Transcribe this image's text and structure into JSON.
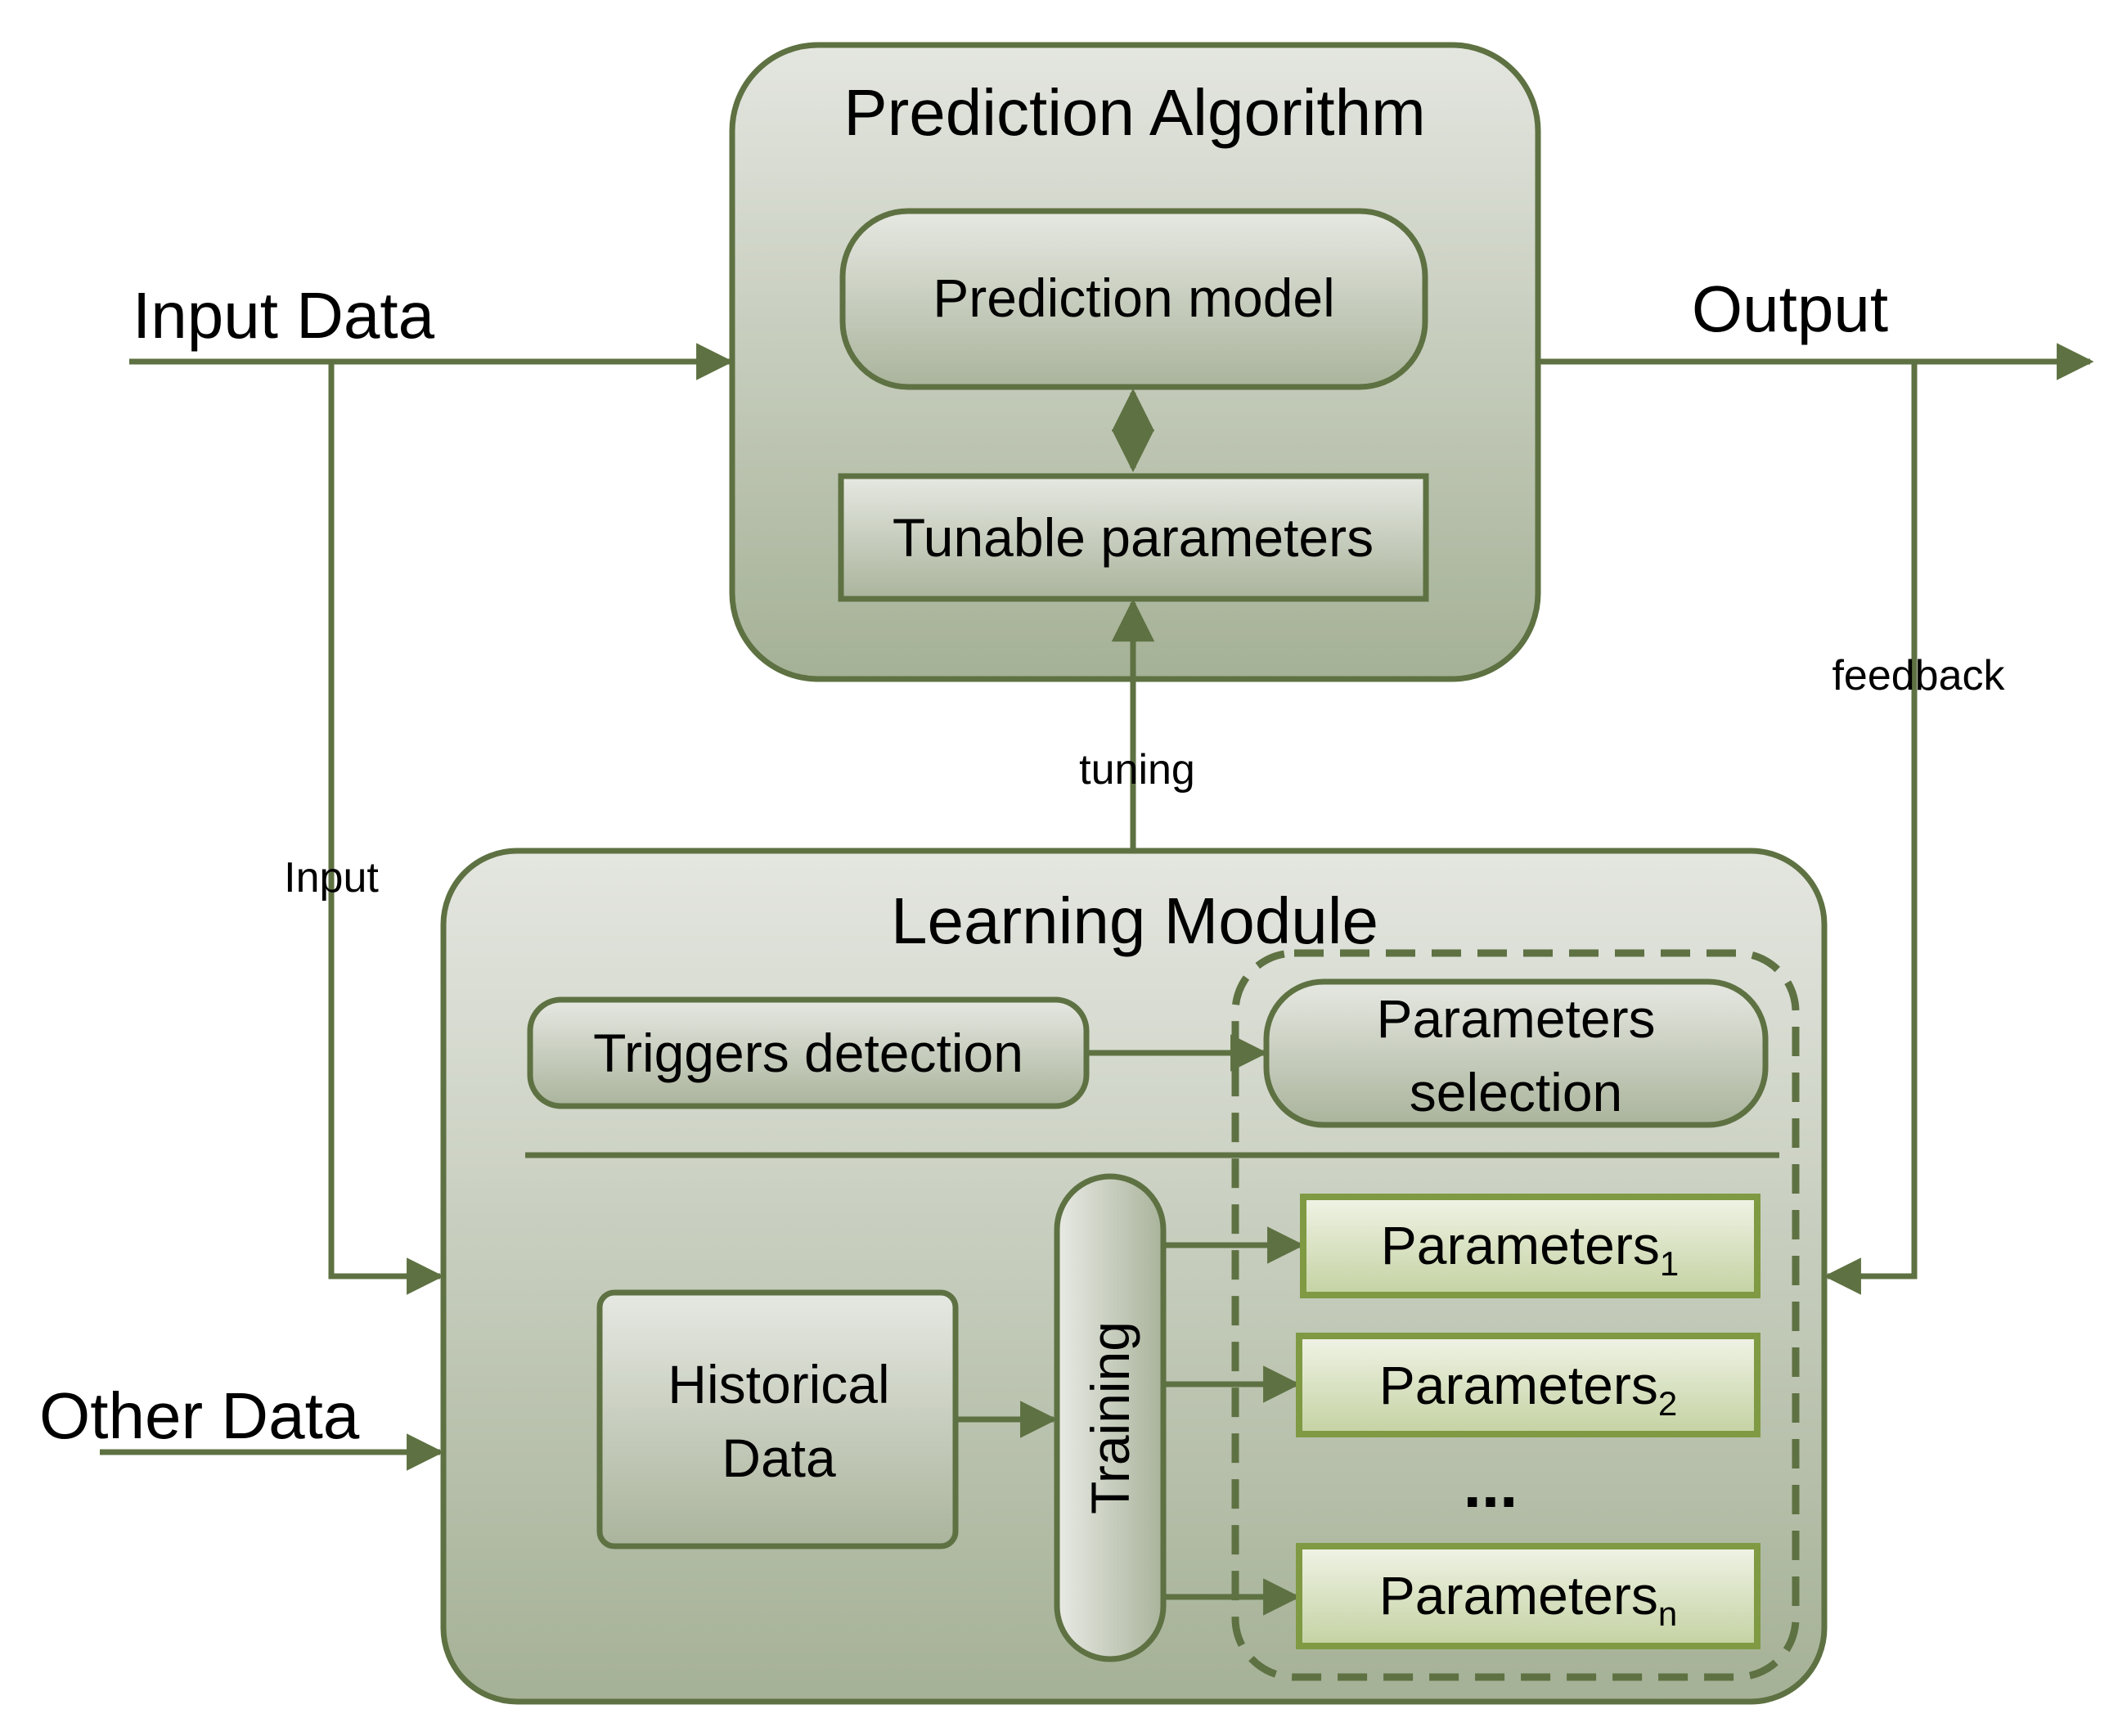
{
  "diagram": {
    "prediction_algorithm": {
      "title": "Prediction Algorithm",
      "prediction_model": "Prediction model",
      "tunable_parameters": "Tunable parameters"
    },
    "inputs": {
      "input_data": "Input Data",
      "other_data": "Other Data"
    },
    "output": "Output",
    "edge_labels": {
      "input": "Input",
      "tuning": "tuning",
      "feedback": "feedback"
    },
    "learning_module": {
      "title": "Learning Module",
      "triggers_detection": "Triggers detection",
      "parameters_selection": [
        "Parameters",
        "selection"
      ],
      "historical_data": [
        "Historical",
        "Data"
      ],
      "training": "Training",
      "parameters_base": "Parameters",
      "parameter_sets": [
        {
          "subscript": "1"
        },
        {
          "subscript": "2"
        },
        {
          "subscript": "n"
        }
      ],
      "ellipsis": "..."
    },
    "colors": {
      "stroke": "#5e7142",
      "panel_top": "#e4e6e0",
      "panel_bottom": "#a5b196",
      "box_top": "#e6e8e2",
      "box_bottom": "#aab49c",
      "param_top": "#f0f3e6",
      "param_bottom": "#c4d2a2",
      "param_stroke": "#7f9a43"
    }
  }
}
